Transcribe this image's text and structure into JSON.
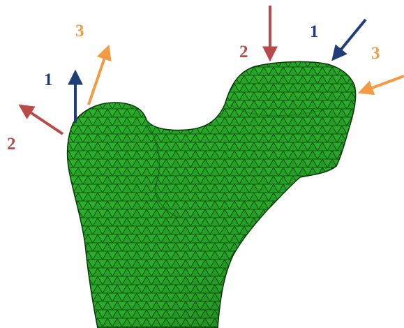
{
  "figure": {
    "description_colors": {
      "background": "#ffffff",
      "mesh_fill": "#22a322",
      "mesh_fill_light": "#33c233",
      "mesh_line": "#0b3d0b",
      "load_1": "#1f3e78",
      "load_2": "#b84a4a",
      "load_3": "#f39a45"
    },
    "left_group": {
      "label_1": "1",
      "label_2": "2",
      "label_3": "3"
    },
    "right_group": {
      "label_1": "1",
      "label_2": "2",
      "label_3": "3"
    }
  }
}
